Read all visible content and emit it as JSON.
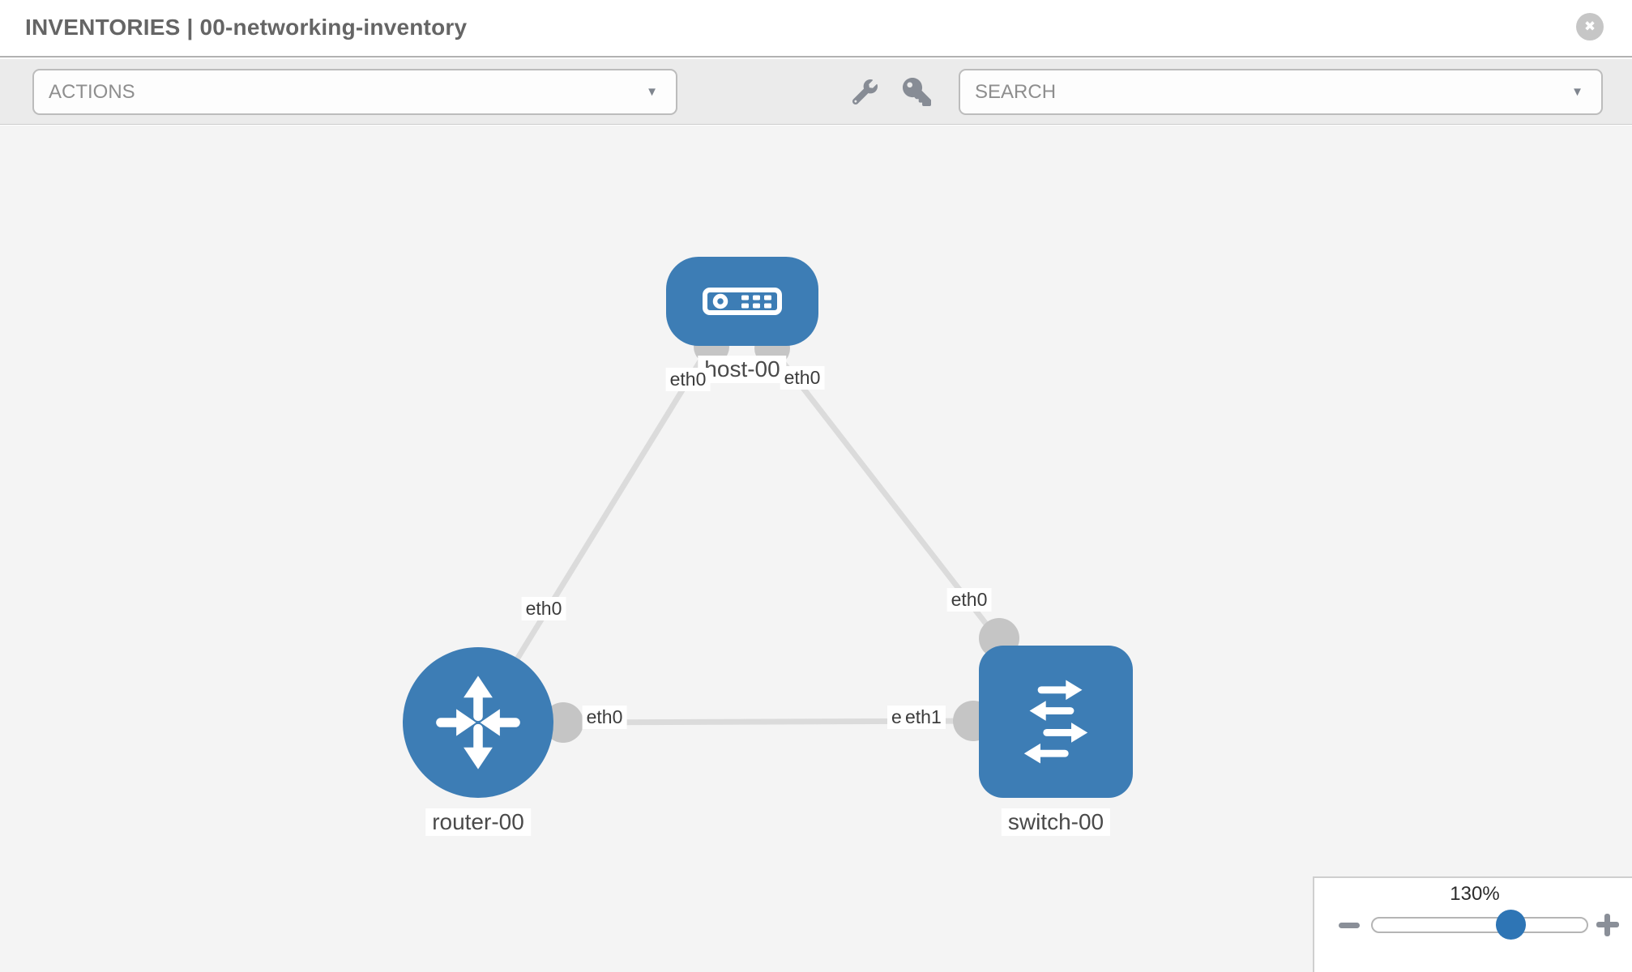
{
  "header": {
    "title": "INVENTORIES | 00-networking-inventory",
    "close_glyph": "✖"
  },
  "toolbar": {
    "actions_label": "ACTIONS",
    "search_placeholder": "SEARCH",
    "caret_glyph": "▼"
  },
  "topology": {
    "nodes": [
      {
        "label": "host-00",
        "type": "host"
      },
      {
        "label": "router-00",
        "type": "router"
      },
      {
        "label": "switch-00",
        "type": "switch"
      }
    ],
    "links": [
      {
        "from": "host-00",
        "from_port": "eth0",
        "to": "router-00",
        "to_port": "eth0"
      },
      {
        "from": "host-00",
        "from_port": "eth0",
        "to": "switch-00",
        "to_port": "eth0"
      },
      {
        "from": "router-00",
        "from_port": "eth0",
        "to": "switch-00",
        "to_port": "eth1"
      }
    ],
    "ports": {
      "host_left": "eth0",
      "host_right": "eth0",
      "router_top": "eth0",
      "switch_top": "eth0",
      "link_router_side": "eth0",
      "link_switch_back": "eth0",
      "link_switch_front": "eth1"
    }
  },
  "zoom": {
    "level": "130%"
  },
  "colors": {
    "node_blue": "#3d7db5",
    "thumb_blue": "#2e75b5",
    "link_gray": "#dbdbdb",
    "interface_gray": "#c5c5c5",
    "toolbar_gray": "#ebebeb",
    "canvas_gray": "#f4f4f4"
  }
}
